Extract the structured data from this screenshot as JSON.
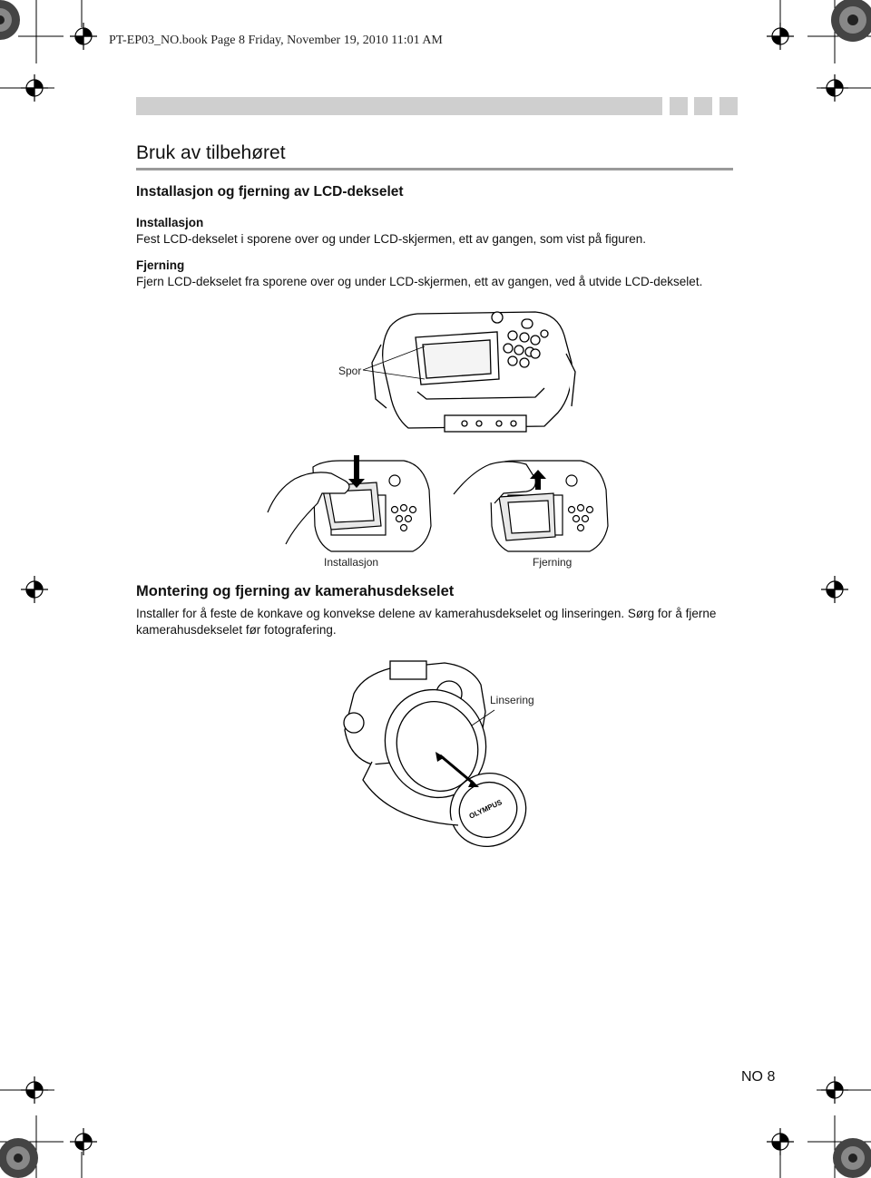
{
  "header": {
    "file_info": "PT-EP03_NO.book  Page 8  Friday, November 19, 2010  11:01 AM"
  },
  "section": {
    "title": "Bruk av tilbehøret",
    "subtitle": "Installasjon og fjerning av LCD-dekselet",
    "install_label": "Installasjon",
    "install_text": "Fest LCD-dekselet i sporene over og under LCD-skjermen, ett av gangen, som vist på figuren.",
    "remove_label": "Fjerning",
    "remove_text": "Fjern LCD-dekselet fra sporene over og under LCD-skjermen, ett av gangen, ved å utvide LCD-dekselet."
  },
  "figure1": {
    "callout": "Spor"
  },
  "figure2": {
    "left_caption": "Installasjon",
    "right_caption": "Fjerning"
  },
  "section2": {
    "title": "Montering og fjerning av kamerahusdekselet",
    "text": "Installer for å feste de konkave og konvekse delene av kamerahusdekselet og linseringen. Sørg for å fjerne kamerahusdekselet før fotografering."
  },
  "figure3": {
    "callout": "Linsering",
    "brand": "OLYMPUS"
  },
  "footer": {
    "page_number": "NO 8"
  }
}
